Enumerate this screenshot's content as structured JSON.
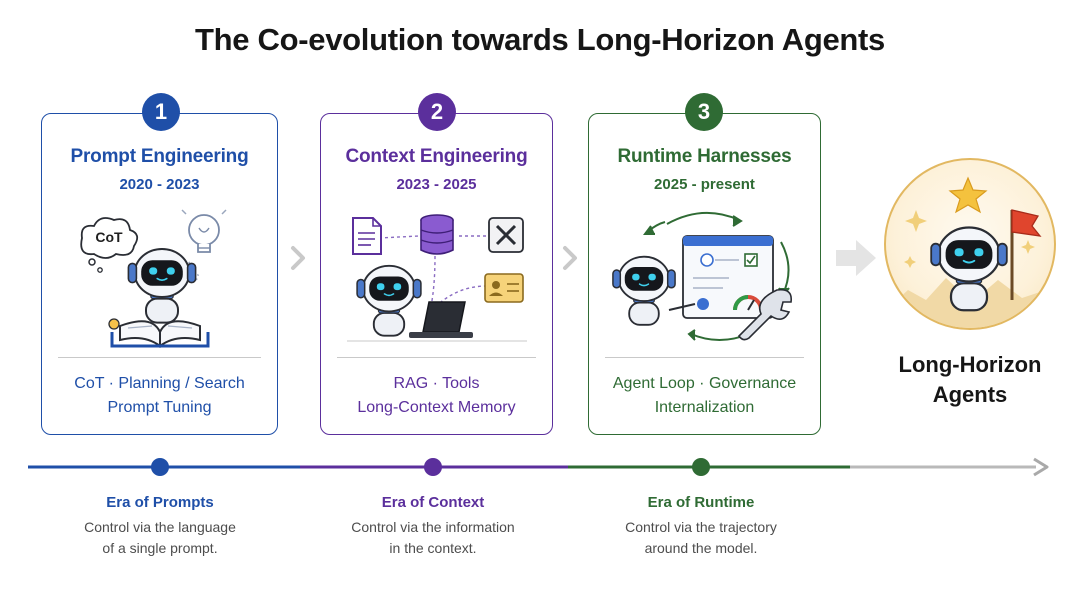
{
  "title": "The Co-evolution towards Long-Horizon Agents",
  "colors": {
    "blue": "#1f4fa8",
    "purple": "#5b2f9c",
    "green": "#2f6b34",
    "gray": "#b9b9b9",
    "gold": "#e2b861"
  },
  "cards": [
    {
      "number": "1",
      "title": "Prompt Engineering",
      "years": "2020 - 2023",
      "topics": [
        "CoT · Planning / Search",
        "Prompt Tuning"
      ],
      "bubble": "CoT",
      "icons": [
        "thought-bubble-icon",
        "lightbulb-icon",
        "robot-icon",
        "open-book-icon"
      ]
    },
    {
      "number": "2",
      "title": "Context Engineering",
      "years": "2023 - 2025",
      "topics": [
        "RAG · Tools",
        "Long-Context Memory"
      ],
      "icons": [
        "document-icon",
        "database-icon",
        "tools-icon",
        "contact-card-icon",
        "robot-icon",
        "laptop-icon"
      ]
    },
    {
      "number": "3",
      "title": "Runtime Harnesses",
      "years": "2025 - present",
      "topics": [
        "Agent Loop · Governance",
        "Internalization"
      ],
      "icons": [
        "cycle-arrows-icon",
        "dashboard-window-icon",
        "gauge-icon",
        "wrench-icon",
        "robot-icon"
      ]
    }
  ],
  "goal": {
    "label_line1": "Long-Horizon",
    "label_line2": "Agents",
    "icons": [
      "robot-icon",
      "flag-icon",
      "star-icon",
      "sparkle-icon"
    ]
  },
  "timeline": [
    {
      "name": "Era of Prompts",
      "desc1": "Control via the language",
      "desc2": "of a single prompt."
    },
    {
      "name": "Era of Context",
      "desc1": "Control via the information",
      "desc2": "in the context."
    },
    {
      "name": "Era of Runtime",
      "desc1": "Control via the trajectory",
      "desc2": "around the model."
    }
  ]
}
